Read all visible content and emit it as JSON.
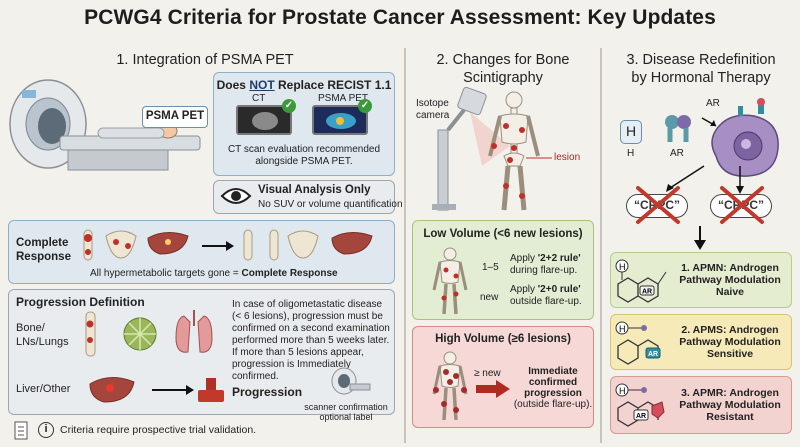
{
  "title": "PCWG4 Criteria for Prostate Cancer Assessment: Key Updates",
  "col1": {
    "heading": "1. Integration of PSMA PET",
    "scanner_label": "PSMA PET",
    "recist": {
      "prefix": "Does ",
      "not": "NOT",
      "suffix": " Replace RECIST 1.1",
      "ct_label": "CT",
      "psma_label": "PSMA PET",
      "note_line1": "CT scan evaluation recommended",
      "note_line2": "alongside PSMA PET."
    },
    "visual": {
      "title": "Visual Analysis Only",
      "subtitle": "No SUV or volume quantification"
    },
    "complete_response": {
      "label_line1": "Complete",
      "label_line2": "Response",
      "caption_prefix": "All hypermetabolic targets gone = ",
      "caption_bold": "Complete Response"
    },
    "progression": {
      "title": "Progression Definition",
      "bone_label_line1": "Bone/",
      "bone_label_line2": "LNs/Lungs",
      "text_lines": [
        "In case of oligometastatic disease",
        "(< 6 lesions), progression must be",
        "confirmed on a second examination",
        "performed more than 5 weeks later.",
        "If more than 5 lesions appear,",
        "progression is Immediately confirmed."
      ],
      "liver_label": "Liver/Other",
      "progression_label": "Progression",
      "scanner_caption_line1": "scanner confirmation",
      "scanner_caption_line2": "optional label"
    },
    "footer": "Criteria require prospective trial validation."
  },
  "col2": {
    "heading_line1": "2. Changes for Bone",
    "heading_line2": "Scintigraphy",
    "isotope_line1": "Isotope",
    "isotope_line2": "camera",
    "lesion_label": "lesion",
    "low": {
      "title": "Low Volume (<6 new lesions)",
      "range_label": "1–5",
      "new_label": "new",
      "rule1_prefix": "Apply ",
      "rule1_bold": "'2+2 rule'",
      "rule1_suffix": "during flare-up.",
      "rule2_prefix": "Apply ",
      "rule2_bold": "'2+0 rule'",
      "rule2_suffix": "outside flare-up."
    },
    "high": {
      "title": "High Volume (≥6 lesions)",
      "new_label": "≥ new",
      "result_line1": "Immediate",
      "result_line2": "confirmed",
      "result_line3": "progression",
      "result_line4": "(outside flare-up)."
    }
  },
  "col3": {
    "heading_line1": "3. Disease Redefinition",
    "heading_line2": "by Hormonal Therapy",
    "h_letter": "H",
    "h_label": "H",
    "ar_label": "AR",
    "ar_top_label": "AR",
    "crpc1": "“CRPC”",
    "crpc2": "“CRPC”",
    "cards": [
      {
        "line1": "1. APMN: Androgen",
        "line2": "Pathway Modulation",
        "line3": "Naive",
        "bg": "#e5edd0",
        "border": "#b8cc8a"
      },
      {
        "line1": "2. APMS: Androgen",
        "line2": "Pathway Modulation",
        "line3": "Sensitive",
        "bg": "#f6eab8",
        "border": "#d9c46e"
      },
      {
        "line1": "3. APMR: Androgen",
        "line2": "Pathway Modulation",
        "line3": "Resistant",
        "bg": "#f3d3d0",
        "border": "#d99a95"
      }
    ],
    "ar_chip": "AR"
  },
  "colors": {
    "green_box": "#e3edd3",
    "red_box": "#f6d9d6",
    "blue_box": "#dfe8ee",
    "lesion_red": "#c0302b",
    "dark_red": "#a52a2a"
  }
}
